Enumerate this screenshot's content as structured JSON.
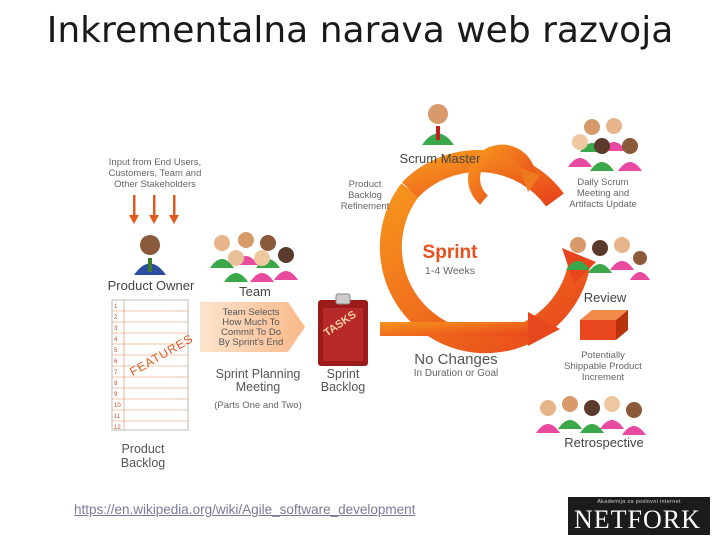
{
  "title": "Inkrementalna narava web razvoja",
  "diagram": {
    "input_lines": [
      "Input from End Users,",
      "Customers, Team and",
      "Other Stakeholders"
    ],
    "product_owner": "Product Owner",
    "team": "Team",
    "scrum_master": "Scrum Master",
    "refinement_lines": [
      "Product",
      "Backlog",
      "Refinement"
    ],
    "sprint": "Sprint",
    "sprint_duration": "1-4 Weeks",
    "daily_lines": [
      "Daily Scrum",
      "Meeting and",
      "Artifacts Update"
    ],
    "review": "Review",
    "team_selects_lines": [
      "Team Selects",
      "How Much To",
      "Commit To Do",
      "By Sprint's End"
    ],
    "tasks": "TASKS",
    "features": "FEATURES",
    "no_changes": "No Changes",
    "no_changes_sub": "In Duration or Goal",
    "increment_lines": [
      "Potentially",
      "Shippable Product",
      "Increment"
    ],
    "planning_lines": [
      "Sprint Planning",
      "Meeting"
    ],
    "planning_sub": "(Parts One and Two)",
    "sprint_backlog_lines": [
      "Sprint",
      "Backlog"
    ],
    "product_backlog_lines": [
      "Product",
      "Backlog"
    ],
    "retrospective": "Retrospective",
    "backlog_numbers": [
      "1",
      "2",
      "3",
      "4",
      "5",
      "6",
      "7",
      "8",
      "9",
      "10",
      "11",
      "12"
    ]
  },
  "link": "https://en.wikipedia.org/wiki/Agile_software_development",
  "logo": {
    "tagline": "Akademija za poslovni internet",
    "word": "NETFORK"
  },
  "colors": {
    "orange": "#f26b21",
    "dark_orange": "#e0501a",
    "peach": "#f9c39a",
    "red_clip": "#9b1b1b"
  }
}
